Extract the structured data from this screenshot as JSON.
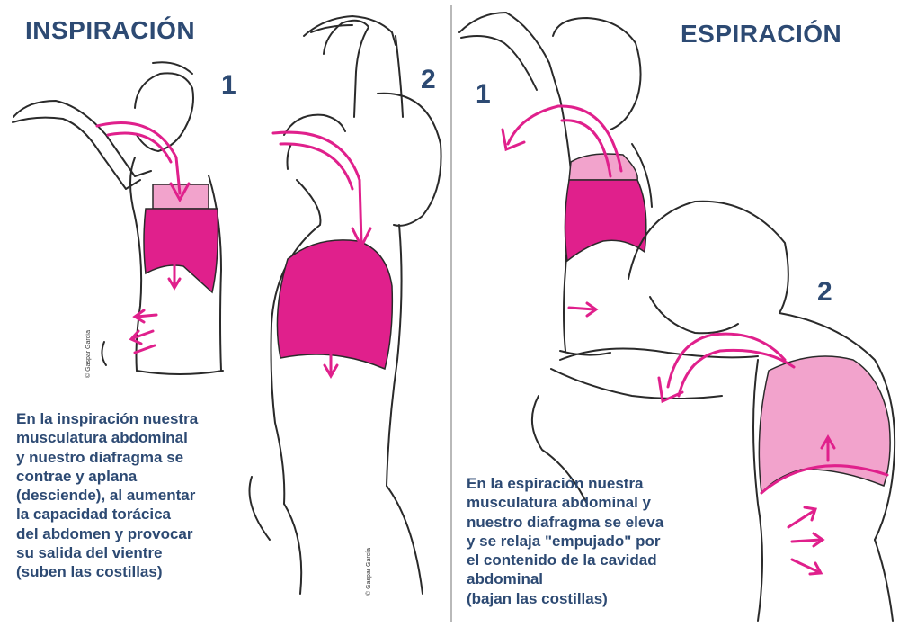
{
  "inspiration": {
    "title": "INSPIRACIÓN",
    "step1": "1",
    "step2": "2",
    "description_lines": [
      "En la inspiración nuestra",
      "musculatura abdominal",
      "y nuestro diafragma se",
      "contrae y aplana",
      "(desciende), al aumentar",
      "la capacidad torácica",
      "del abdomen y provocar",
      "su salida del vientre",
      "(suben las costillas)"
    ],
    "credit": "© Gaspar García"
  },
  "espiration": {
    "title": "ESPIRACIÓN",
    "step1": "1",
    "step2": "2",
    "description_lines": [
      "En la espiración nuestra",
      "musculatura abdominal y",
      "nuestro diafragma se eleva",
      "y se relaja \"empujado\" por",
      "el contenido de la cavidad",
      "abdominal",
      "(bajan las costillas)"
    ]
  },
  "colors": {
    "heading": "#2d4a73",
    "lung": "#e0208c",
    "lung_light": "#f2a3cc",
    "outline": "#2a2a2a",
    "arrow": "#e0208c"
  }
}
